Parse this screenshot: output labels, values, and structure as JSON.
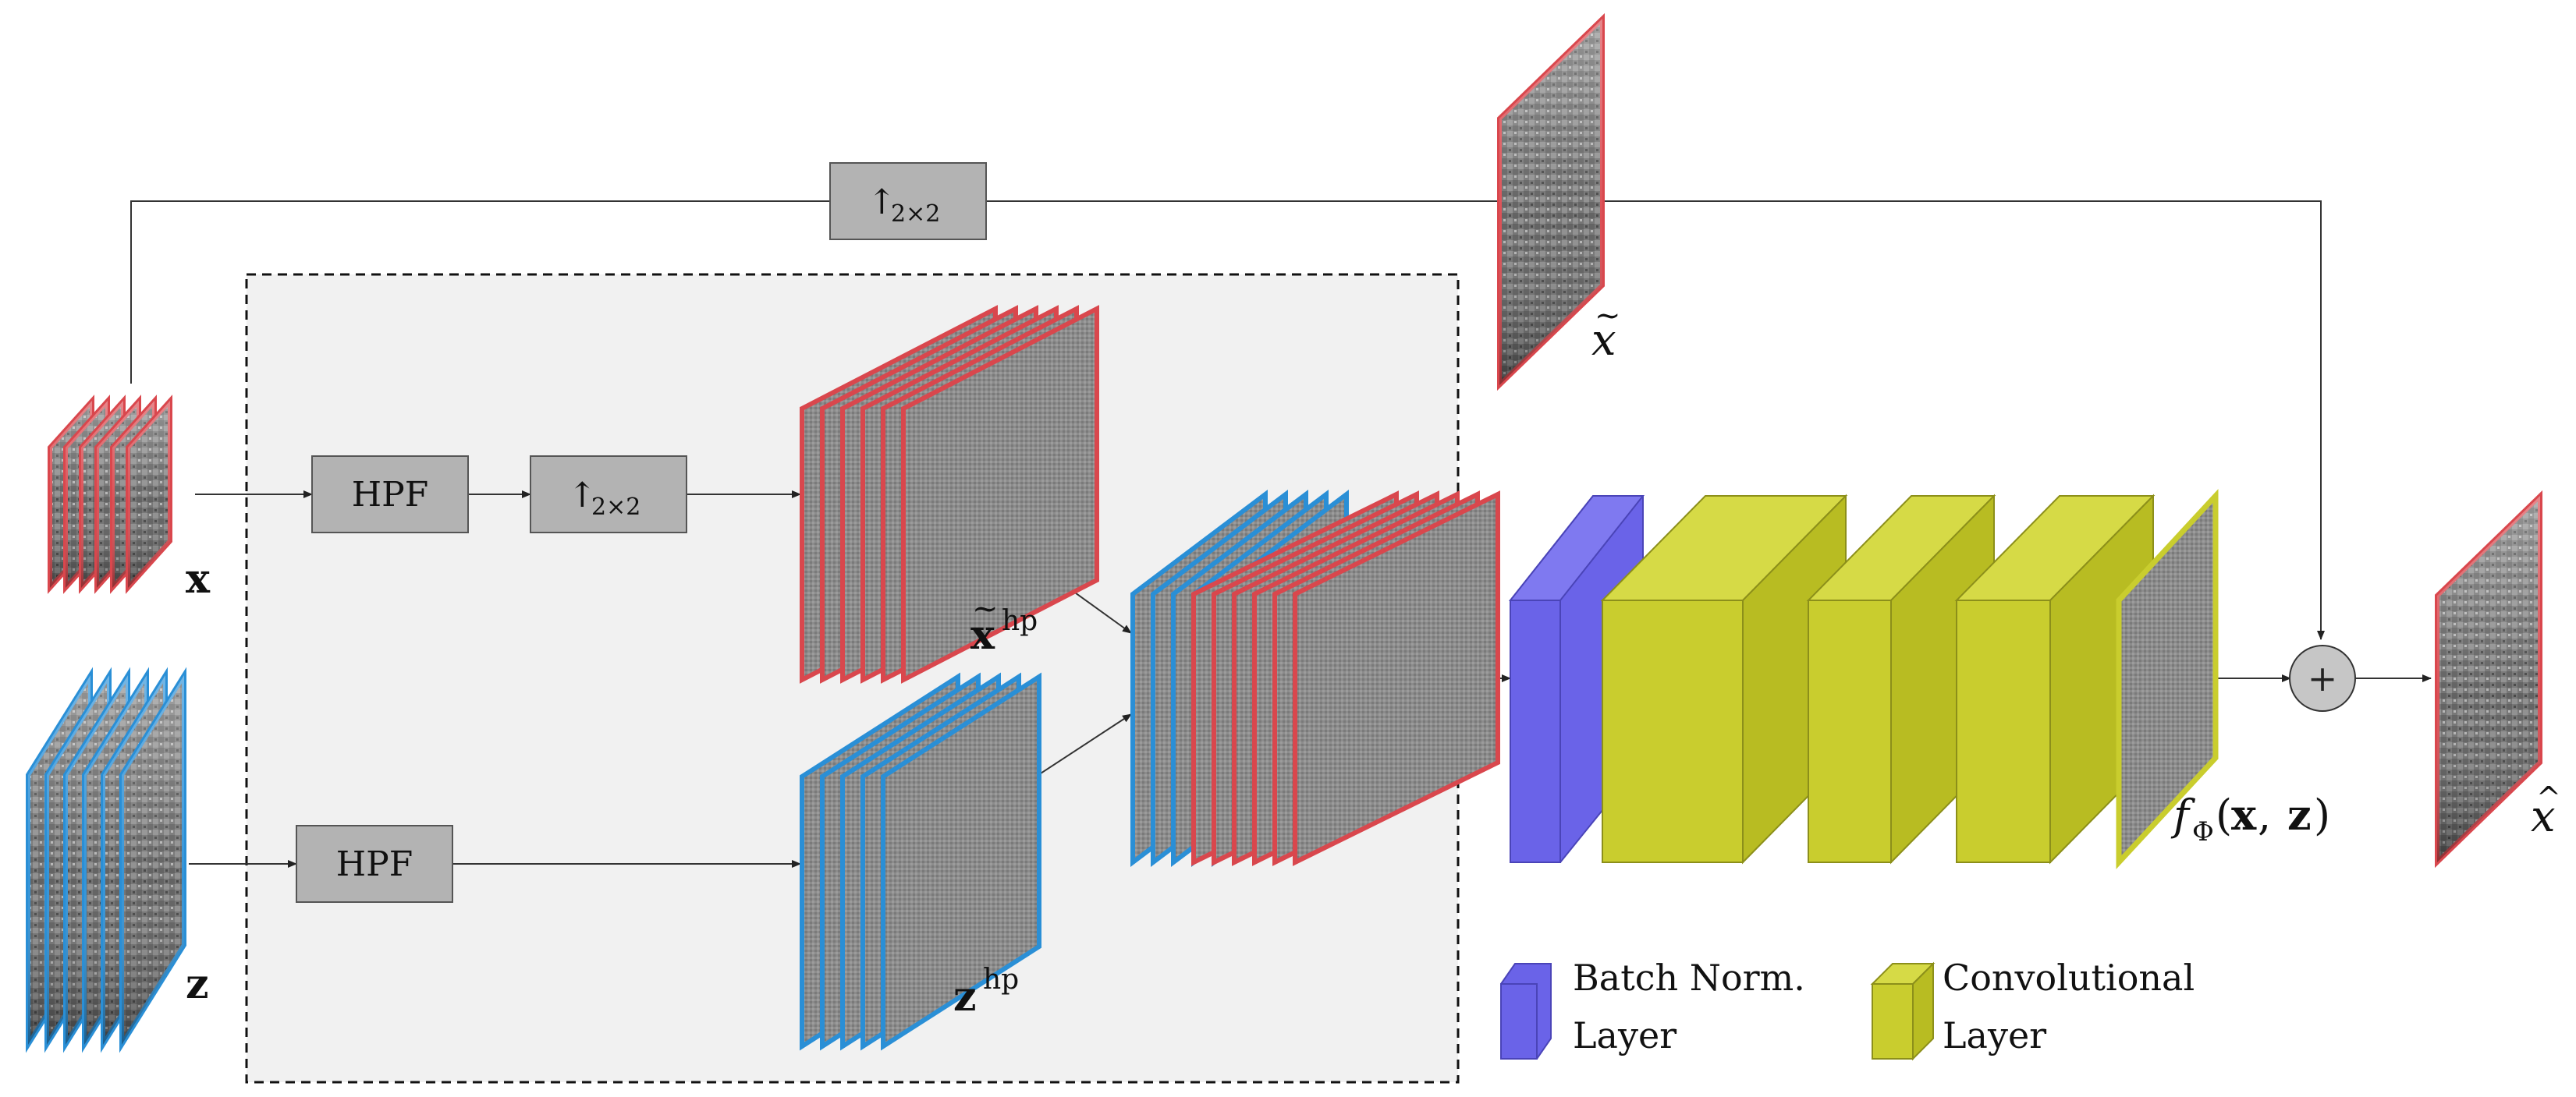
{
  "colors": {
    "x_frame": "#d9474d",
    "z_frame": "#2a8fd6",
    "batch_norm": "#6a63e8",
    "conv_front": "#c9cd2e",
    "conv_side": "#b8bc22",
    "conv_top": "#d6da46",
    "region_fill": "#f1f1f1",
    "block_fill": "#b3b3b3"
  },
  "labels": {
    "x": "x",
    "z": "z",
    "x_tilde": "x",
    "x_hat": "x",
    "x_hp": "x",
    "z_hp": "z",
    "hp_superscript": "hp",
    "f_phi": "f",
    "f_phi_subscript": "Φ",
    "f_phi_args_open": "(",
    "f_phi_args_x": "x",
    "f_phi_args_comma": ", ",
    "f_phi_args_z": "z",
    "f_phi_args_close": ")",
    "tilde_mark": "~",
    "hat_mark": "^"
  },
  "blocks": {
    "hpf_x": "HPF",
    "hpf_z": "HPF",
    "upsample_x_arrow": "↑",
    "upsample_x_sub": "2×2",
    "upsample_top_arrow": "↑",
    "upsample_top_sub": "2×2",
    "sum_symbol": "+"
  },
  "legend": {
    "batch_norm_line1": "Batch Norm.",
    "batch_norm_line2": "Layer",
    "conv_line1": "Convolutional",
    "conv_line2": "Layer"
  }
}
